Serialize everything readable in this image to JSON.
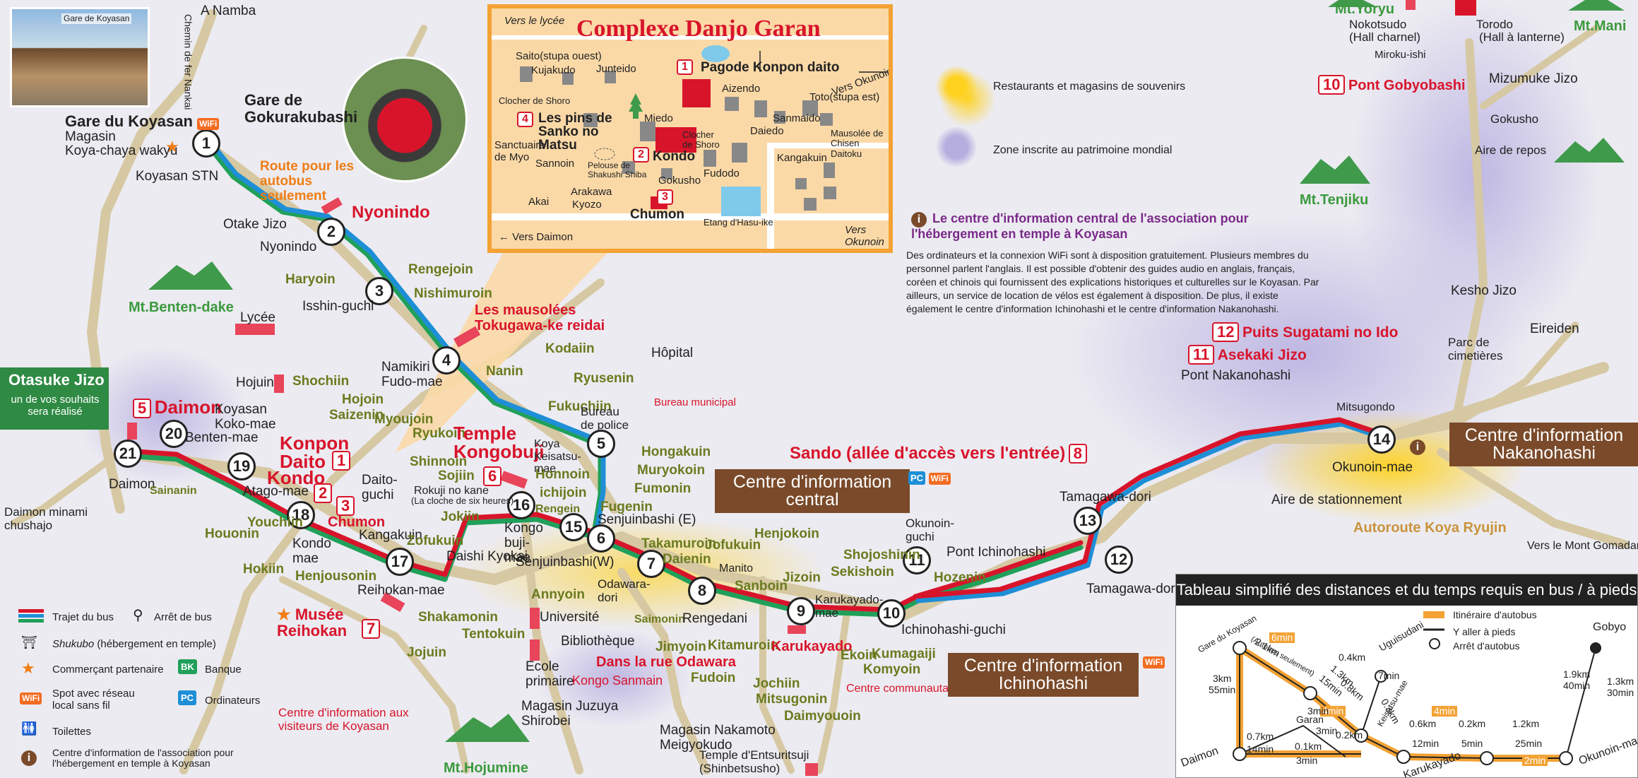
{
  "photos": {
    "gare_caption": "Gare de Koyasan"
  },
  "inset": {
    "title": "Complexe Danjo Garan",
    "labels": {
      "vers_lycee": "Vers le lycée",
      "saito": "Saito(stupa ouest)",
      "kujakudo": "Kujakudo",
      "junteido": "Junteido",
      "pagode_num": "1",
      "pagode": "Pagode Konpon daito",
      "vers_okunoin": "Vers Okunoin",
      "clocher_shoro": "Clocher de Shoro",
      "aizendo": "Aizendo",
      "toto": "Toto(stupa est)",
      "pins_num": "4",
      "pins": "Les pins de Sanko no Matsu",
      "miedo": "Miedo",
      "sanmaido": "Sanmaido",
      "daiedo": "Daiedo",
      "mausolee": "Mausolée de Chisen Daitoku",
      "sanctuaire": "Sanctuaire de Myo",
      "sannoin": "Sannoin",
      "pelouse": "Pelouse de Shakushi Shiba",
      "kondo_num": "2",
      "kondo": "Kondo",
      "clocher2": "Clocher de Shoro",
      "fudodo": "Fudodo",
      "kangakuin": "Kangakuin",
      "arakawa": "Arakawa",
      "gokusho": "Gokusho",
      "akai": "Akai",
      "kyozo": "Kyozo",
      "chumon_num": "3",
      "chumon": "Chumon",
      "etang": "Etang d'Hasu-ike",
      "vers_daimon": "← Vers Daimon",
      "vers_okunoin2": "Vers Okunoin"
    }
  },
  "labels": {
    "a_namba": "A Namba",
    "chemin_fer": "Chemin de fer Nankai",
    "gare_koyasan": "Gare du Koyasan",
    "magasin": "Magasin",
    "koya_chaya": "Koya-chaya wakyu",
    "koyasan_stn": "Koyasan STN",
    "gare_goku": "Gare de Gokurakubashi",
    "route_bus": "Route pour les autobus seulement",
    "nyonindo_red": "Nyonindo",
    "otake_jizo": "Otake Jizo",
    "nyonindo": "Nyonindo",
    "rengejoin": "Rengejoin",
    "haryoin": "Haryoin",
    "nishimuroin": "Nishimuroin",
    "isshin_guchi": "Isshin-guchi",
    "mt_benten": "Mt.Benten-dake",
    "lycee": "Lycée",
    "mausolees": "Les mausolées Tokugawa-ke reidai",
    "namikiri": "Namikiri Fudo-mae",
    "nanin": "Nanin",
    "kodaiin": "Kodaiin",
    "hopital": "Hôpital",
    "ryusenin": "Ryusenin",
    "bureau_mun": "Bureau municipal",
    "fukuchiin": "Fukuchiin",
    "bureau_police": "Bureau de police",
    "otasuke": "Otasuke Jizo",
    "otasuke_sub": "un de vos souhaits sera réalisé",
    "hojuin": "Hojuin",
    "shochiin": "Shochiin",
    "hojoin": "Hojoin",
    "saizenin": "Saizenin",
    "myoujoin": "Myoujoin",
    "ryukoin": "Ryukoin",
    "shinnoin": "Shinnoin",
    "sojiin": "Sojiin",
    "rokuji": "Rokuji no kane",
    "cloche": "(La cloche de six heures)",
    "daimon_num": "5",
    "daimon_red": "Daimon",
    "koyasan_koko": "Koyasan Koko-mae",
    "benten_mae": "Benten-mae",
    "konpon_daito": "Konpon Daito",
    "konpon_num": "1",
    "kondo_red": "Kondo",
    "kondo_num": "2",
    "chumon_red": "Chumon",
    "chumon_num": "3",
    "daito_guchi": "Daito-guchi",
    "atago_mae": "Atago-mae",
    "temple_kongo": "Temple Kongobuji",
    "kongo_num": "6",
    "koya_keisatsu": "Koya Keisatsu-mae",
    "honnoin": "Honnoin",
    "ichijoin": "ichijoin",
    "fugenin": "Fugenin",
    "hongakuin": "Hongakuin",
    "muryokoin": "Muryokoin",
    "fumonin": "Fumonin",
    "daimon": "Daimon",
    "sainanin": "Sainanin",
    "daimon_minami": "Daimon minami chushajo",
    "youchiin": "Youchiin",
    "houonin": "Houonin",
    "hokiin": "Hokiin",
    "kondo_mae": "Kondo mae",
    "henjousonin": "Henjousonin",
    "kangakuin": "Kangakuin",
    "zofukuin": "Zofukuin",
    "jokiin": "Jokiin",
    "daishi_kyokai": "Daishi Kyokai",
    "reihokan_mae": "Reihokan-mae",
    "kongobuji_mae": "Kongo buji-mae",
    "renge_in": "Rengein",
    "senjuin_e": "Senjuinbashi (E)",
    "senjuin_w": "Senjuinbashi(W)",
    "takamuroin": "Takamuroin",
    "daienin": "Daienin",
    "jofukuin": "Jofukuin",
    "manito": "Manito",
    "henjokoin": "Henjokoin",
    "sanboin": "Sanboin",
    "jizoin": "Jizoin",
    "odawara": "Odawara-dori",
    "annyoin": "Annyoin",
    "universite": "Université",
    "bibliotheque": "Bibliothèque",
    "ecole": "Ecole primaire",
    "saimonin": "Saimonin",
    "rengedani": "Rengedani",
    "jimyoin": "Jimyoin",
    "kitamuroin": "Kitamuroin",
    "fudoin": "Fudoin",
    "dans_odawara": "Dans la rue Odawara",
    "kongo_sanmain": "Kongo Sanmain",
    "magasin_juzuya": "Magasin Juzuya Shirobei",
    "magasin_nakamoto": "Magasin Nakamoto Meigyokudo",
    "temple_entsu": "Temple d'Entsuritsuji (Shinbetsusho)",
    "mt_hojumine": "Mt.Hojumine",
    "shakamonin": "Shakamonin",
    "tentokuin": "Tentokuin",
    "jojuin": "Jojuin",
    "musee": "Musée Reihokan",
    "musee_num": "7",
    "centre_visiteurs": "Centre d'information aux visiteurs de Koyasan",
    "sando": "Sando (allée d'accès vers l'entrée)",
    "sando_num": "8",
    "centre_central": "Centre d'information central",
    "karukayado": "Karukayado",
    "karukayado_mae": "Karukayado-mae",
    "jochiin": "Jochiin",
    "mitsugonin": "Mitsugonin",
    "daimyouoin": "Daimyouoin",
    "centre_comm": "Centre communautaire",
    "ekoin": "Ekoin",
    "kumagaiji": "Kumagaiji",
    "komyoin": "Komyoin",
    "shojoshinin": "Shojoshinin",
    "sekishoin": "Sekishoin",
    "okunoin_guchi": "Okunoin-guchi",
    "pont_ichino": "Pont Ichinohashi",
    "ichinohashi_guchi": "Ichinohashi-guchi",
    "hozenin": "Hozenin",
    "centre_ichino": "Centre d'information Ichinohashi",
    "tamagawa1": "Tamagawa-dori",
    "tamagawa2": "Tamagawa-dori",
    "okunoin_mae": "Okunoin-mae",
    "aire_stat": "Aire de stationnement",
    "autoroute": "Autoroute Koya Ryujin",
    "vers_gomadan": "Vers le Mont Gomadan",
    "centre_nakano": "Centre d'information Nakanohashi",
    "mitsugondo": "Mitsugondo",
    "pont_nakano": "Pont Nakanohashi",
    "asekaki_num": "11",
    "asekaki": "Asekaki Jizo",
    "sugatami_num": "12",
    "sugatami": "Puits Sugatami no Ido",
    "parc": "Parc de cimetières",
    "eireiden": "Eireiden",
    "kesho": "Kesho Jizo",
    "mt_tenjiku": "Mt.Tenjiku",
    "mt_yoryu": "Mt.Yoryu",
    "mt_mani": "Mt.Mani",
    "nokotsudo": "Nokotsudo",
    "hall_charnel": "(Hall charnel)",
    "torodo": "Torodo",
    "hall_lanterne": "(Hall à lanterne)",
    "miroku": "Miroku-ishi",
    "gobyo_num": "10",
    "pont_gobyo": "Pont Gobyobashi",
    "mizumuke": "Mizumuke Jizo",
    "gokusho": "Gokusho",
    "aire_repos": "Aire de repos",
    "legend_restaurants": "Restaurants et magasins de souvenirs",
    "legend_zone": "Zone inscrite au patrimoine mondial",
    "info_title": "Le centre d'information central de l'association pour l'hébergement en temple à Koyasan",
    "info_text": "Des ordinateurs et la connexion WiFi sont à disposition gratuitement. Plusieurs membres du personnel parlent l'anglais. Il est possible d'obtenir des guides audio en anglais, français, coréen et chinois qui fournissent des explications historiques et culturelles sur le Koyasan. Par ailleurs, un service de location de vélos est également à disposition. De plus, il existe également le centre d'information Ichinohashi et le centre d'information Nakanohashi."
  },
  "stops": [
    "1",
    "2",
    "3",
    "4",
    "5",
    "6",
    "7",
    "8",
    "9",
    "10",
    "11",
    "12",
    "13",
    "14",
    "15",
    "16",
    "17",
    "18",
    "19",
    "20",
    "21"
  ],
  "legend": {
    "trajet": "Trajet du bus",
    "arret": "Arrêt de bus",
    "shukubo": "Shukubo",
    "shukubo_desc": " (hébergement en temple)",
    "commercant": "Commerçant partenaire",
    "banque": "Banque",
    "bk": "BK",
    "wifi_spot": "Spot avec réseau local sans fil",
    "ordinateurs": "Ordinateurs",
    "pc": "PC",
    "toilettes": "Toilettes",
    "centre_assoc": "Centre d'information de l'association pour l'hébergement en temple à Koyasan",
    "wifi": "WiFi"
  },
  "distance": {
    "title": "Tableau simplifié des distances et du temps requis en bus / à pieds",
    "legend_bus": "Itinéraire d'autobus",
    "legend_pied": "Y aller à pieds",
    "legend_arret": "Arrêt d'autobus",
    "gare": "Gare du Koyasan",
    "autobus_seul": "(Autobus seulement)",
    "uguisudani": "Uguisudani",
    "gobyo": "Gobyo",
    "daimon": "Daimon",
    "garan": "Garan",
    "karukayado": "Karukayado",
    "okunoin_mae": "Okunoin-mae",
    "keisatsu": "Keisatsu-mae",
    "t1": "6min",
    "t2": "2.1km",
    "t3": "1.3km",
    "t4": "15min",
    "t5": "0.8km",
    "t6": "0.4km",
    "t7": "7min",
    "t8": "3km",
    "t9": "55min",
    "t10": "1.9km",
    "t11": "40min",
    "t12": "1.3km",
    "t13": "30min",
    "t14": "4min",
    "t15": "0.3km",
    "t16": "4min",
    "t17": "0.6km",
    "t18": "12min",
    "t19": "0.2km",
    "t20": "5min",
    "t21": "1.2km",
    "t22": "25min",
    "t23": "0.7km",
    "t24": "14min",
    "t25": "0.1km",
    "t26": "3min",
    "t27": "0.2km",
    "t28": "3min",
    "t29": "2min",
    "t30": "3min"
  },
  "colors": {
    "bus_red": "#d8142b",
    "bus_blue": "#1e8fd6",
    "bus_green": "#20a05a",
    "road": "#d6c8a2",
    "inset_bg": "#fbd9a7"
  }
}
